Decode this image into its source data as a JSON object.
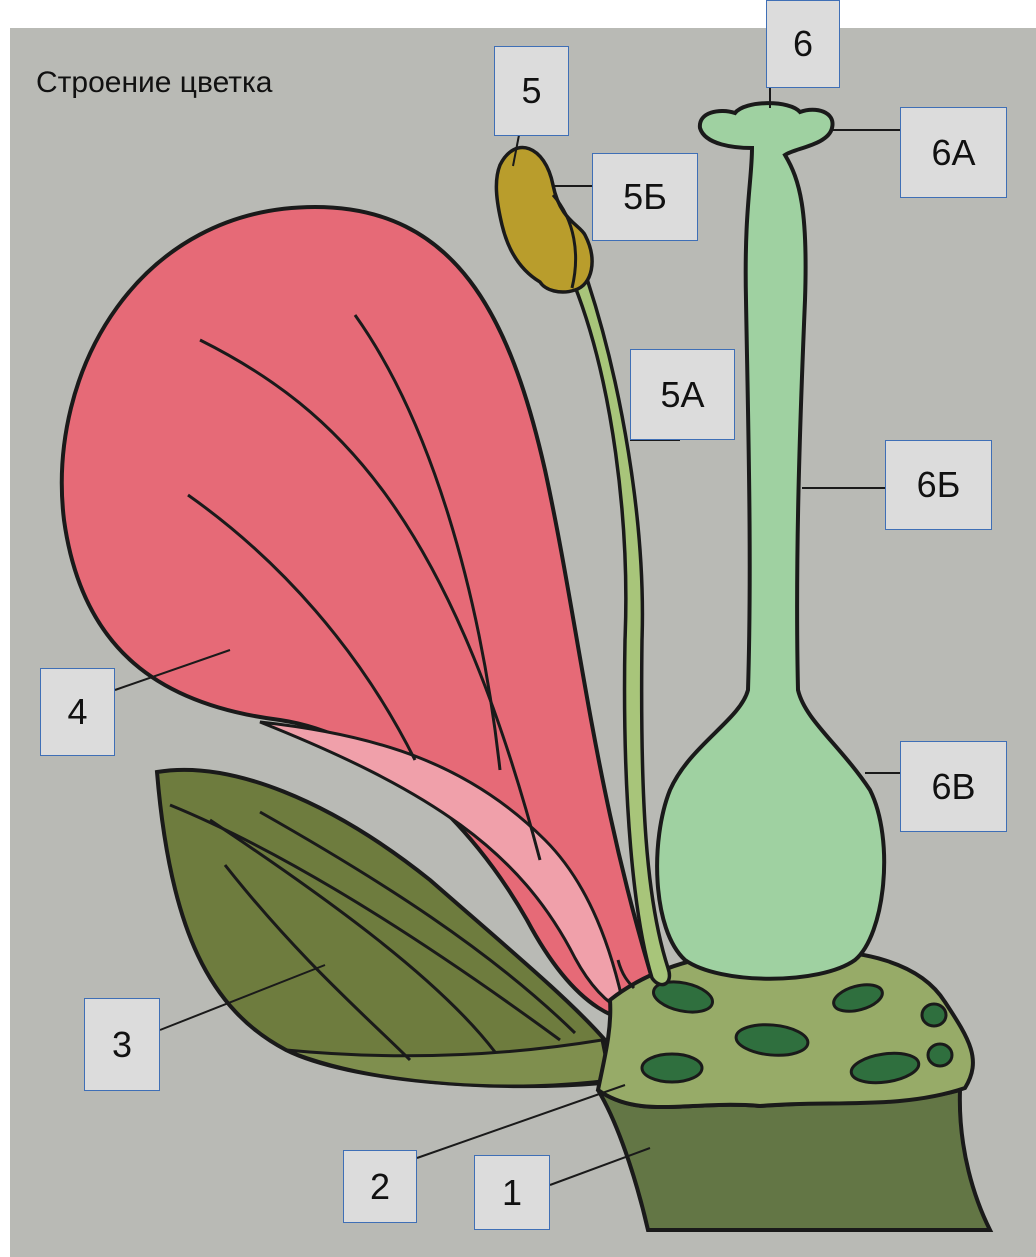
{
  "title": "Строение цветка",
  "colors": {
    "background": "#b9bab5",
    "petal": "#e66a77",
    "petal_light": "#f0a0aa",
    "sepal": "#6e7c3e",
    "receptacle": "#97ab68",
    "pedicel": "#637645",
    "stamen_filament": "#a8c57a",
    "anther": "#b99d2c",
    "pistil": "#9fd1a1",
    "oval_marks": "#2f6f3e",
    "label_box_fill": "#dcdcdc",
    "label_box_border": "#3f6fb6"
  },
  "labels": [
    {
      "id": "label-1",
      "text": "1"
    },
    {
      "id": "label-2",
      "text": "2"
    },
    {
      "id": "label-3",
      "text": "3"
    },
    {
      "id": "label-4",
      "text": "4"
    },
    {
      "id": "label-5",
      "text": "5"
    },
    {
      "id": "label-5a",
      "text": "5А"
    },
    {
      "id": "label-5b",
      "text": "5Б"
    },
    {
      "id": "label-6",
      "text": "6"
    },
    {
      "id": "label-6a",
      "text": "6А"
    },
    {
      "id": "label-6b",
      "text": "6Б"
    },
    {
      "id": "label-6v",
      "text": "6В"
    }
  ]
}
